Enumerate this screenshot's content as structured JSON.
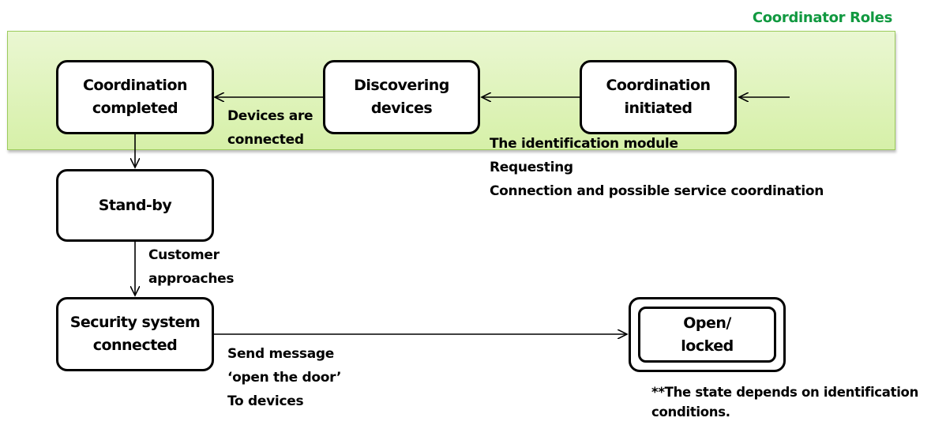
{
  "region": {
    "title": "Coordinator Roles"
  },
  "nodes": {
    "coordination_completed": "Coordination\ncompleted",
    "discovering_devices": "Discovering\ndevices",
    "coordination_initiated": "Coordination\ninitiated",
    "stand_by": "Stand-by",
    "security_connected": "Security system\nconnected",
    "open_locked": "Open/\nlocked"
  },
  "labels": {
    "devices_connected": "Devices are\nconnected",
    "identification": "The identification module\nRequesting\nConnection and possible service coordination",
    "customer_approaches": "Customer\napproaches",
    "send_message": "Send message\n‘open the door’\nTo devices",
    "note": "**The state depends on identification\nconditions."
  }
}
